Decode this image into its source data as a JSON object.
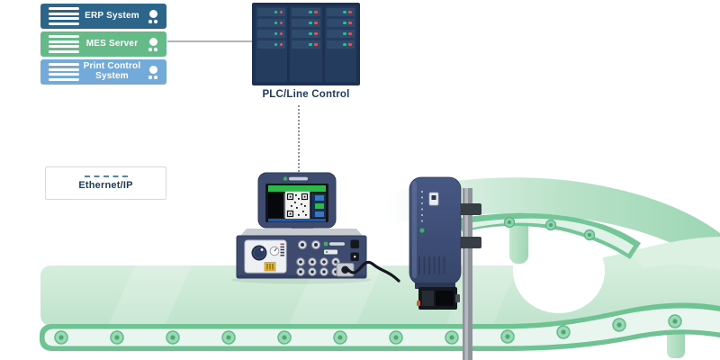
{
  "servers": {
    "items": [
      {
        "label": "ERP System",
        "color": "#2d6489"
      },
      {
        "label": "MES Server",
        "color": "#64bb87"
      },
      {
        "label": "Print Control System",
        "color": "#74aad9"
      }
    ]
  },
  "rack": {
    "label": "PLC/Line Control",
    "body_color": "#1d3150",
    "unit_color": "#2e4b6e",
    "columns": 3,
    "units_per_column": 4,
    "led_colors": {
      "ok": "#35bd97",
      "alert": "#e05555"
    }
  },
  "legend": {
    "label": "Ethernet/IP",
    "line_color": "#4f86ad",
    "line_style": "dashed"
  },
  "connections": {
    "mes_to_plc": "solid-gray",
    "plc_to_printer": "dotted-gray"
  },
  "scene": {
    "conveyor": {
      "belt_color": "#c5e7d1",
      "frame_color": "#6fc392",
      "roller_color": "#63bb8c"
    },
    "printer_controller_color": "#3e4b6f",
    "laser_unit_color": "#3d4d74",
    "mount_pole_color": "#8d9399",
    "brand_accent": "#3fae62"
  },
  "icons": {
    "server_front": "server-lines-icon",
    "power": "power-led-icon",
    "rack_leds": "status-led-icon",
    "display_code": "qr-code-icon"
  }
}
